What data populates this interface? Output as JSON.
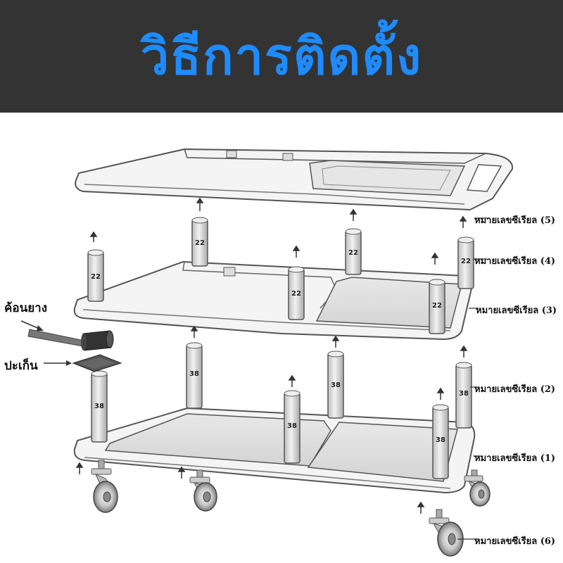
{
  "header": {
    "title": "วิธีการติดตั้ง",
    "title_color": "#1e8bff",
    "background": "#333333"
  },
  "callouts": {
    "serial_5": "หมายเลขซีเรียล (5)",
    "serial_4": "หมายเลขซีเรียล (4)",
    "serial_3": "หมายเลขซีเรียล (3)",
    "serial_2": "หมายเลขซีเรียล (2)",
    "serial_1": "หมายเลขซีเรียล (1)",
    "serial_6": "หมายเลขซีเรียล (6)",
    "rubber_mallet": "ค้อนยาง",
    "gasket": "ปะเก็น"
  },
  "pole_labels": {
    "short": "22",
    "long": "38"
  },
  "icons": [
    "rubber-mallet-icon",
    "gasket-icon",
    "caster-wheel-icon",
    "up-arrow-icon"
  ]
}
